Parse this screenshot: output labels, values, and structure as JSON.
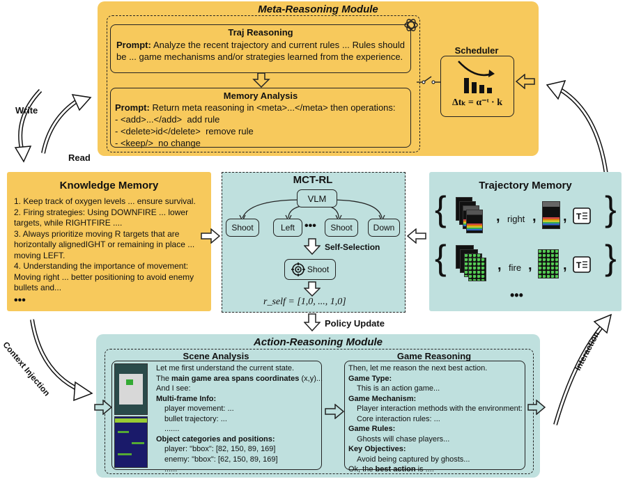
{
  "meta_module": {
    "title": "Meta-Reasoning Module",
    "traj": {
      "title": "Traj Reasoning",
      "prompt_label": "Prompt:",
      "prompt_text": "Analyze the recent trajectory and current rules ... Rules should be ... game mechanisms and/or strategies learned from the experience."
    },
    "memory_analysis": {
      "title": "Memory Analysis",
      "prompt_label": "Prompt:",
      "prompt_text": "Return meta reasoning in <meta>...</meta> then operations:",
      "ops": [
        "- <add>...</add>  add rule",
        "- <delete>id</delete>  remove rule",
        "- <keep/>  no change"
      ]
    },
    "scheduler": {
      "title": "Scheduler",
      "formula": "Δtₖ = α⁻ᵗ · k"
    }
  },
  "labels": {
    "write": "Write",
    "read": "Read",
    "context_injection": "Context Injection",
    "interaction": "Interaction",
    "policy_update": "Policy Update"
  },
  "knowledge": {
    "title": "Knowledge Memory",
    "items": [
      "1. Keep track of oxygen levels ... ensure survival.",
      "2. Firing strategies: Using DOWNFIRE ... lower targets, while RIGHTFIRE ....",
      "3. Always prioritize moving R targets that are horizontally alignedIGHT or remaining in place ... moving LEFT.",
      "4. Understanding the importance of movement: Moving right ... better positioning to avoid enemy bullets and..."
    ],
    "more": "•••"
  },
  "mctrl": {
    "title": "MCT-RL",
    "vlm": "VLM",
    "actions": [
      "Shoot",
      "Left",
      "Shoot",
      "Down"
    ],
    "ellipsis": "•••",
    "self_selection": "Self-Selection",
    "selected": "Shoot",
    "reward": "r_self = [1,0, ..., 1,0]"
  },
  "trajectory": {
    "title": "Trajectory Memory",
    "row1_action": "right",
    "row2_action": "fire",
    "comma": ",",
    "more": "•••"
  },
  "action_module": {
    "title": "Action-Reasoning Module",
    "scene": {
      "title": "Scene Analysis",
      "lines": [
        {
          "t": "Let me first understand the current state.",
          "b": false,
          "indent": false
        },
        {
          "t": "The main game area spans coordinates (x,y)...",
          "b": "main game area spans coordinates",
          "indent": false
        },
        {
          "t": "And I see:",
          "b": false,
          "indent": false
        },
        {
          "t": "Multi-frame Info:",
          "b": true,
          "indent": false
        },
        {
          "t": "player movement: ...",
          "b": false,
          "indent": true
        },
        {
          "t": "bullet trajectory: ...",
          "b": false,
          "indent": true
        },
        {
          "t": ".......",
          "b": false,
          "indent": true
        },
        {
          "t": "Object categories and positions:",
          "b": true,
          "indent": false
        },
        {
          "t": "player: \"bbox\": [82, 150, 89, 169]",
          "b": false,
          "indent": true
        },
        {
          "t": "enemy:  \"bbox\": [62, 150, 89, 169]",
          "b": false,
          "indent": true
        },
        {
          "t": "......",
          "b": false,
          "indent": true
        }
      ]
    },
    "game": {
      "title": "Game Reasoning",
      "lines": [
        {
          "t": "Then, let me reason the next best action.",
          "b": false,
          "indent": false
        },
        {
          "t": "Game Type:",
          "b": true,
          "indent": false
        },
        {
          "t": "This is an action game...",
          "b": false,
          "indent": true
        },
        {
          "t": "Game Mechanism:",
          "b": true,
          "indent": false
        },
        {
          "t": "Player interaction methods with the environment: ...",
          "b": false,
          "indent": true
        },
        {
          "t": "Core interaction rules: ...",
          "b": false,
          "indent": true
        },
        {
          "t": "Game Rules:",
          "b": true,
          "indent": false
        },
        {
          "t": "Ghosts will chase players...",
          "b": false,
          "indent": true
        },
        {
          "t": "Key Objectives:",
          "b": true,
          "indent": false
        },
        {
          "t": "Avoid being captured by ghosts...",
          "b": false,
          "indent": true
        },
        {
          "t": "Ok, the best action is ....",
          "b": "best action",
          "indent": false
        }
      ]
    }
  }
}
